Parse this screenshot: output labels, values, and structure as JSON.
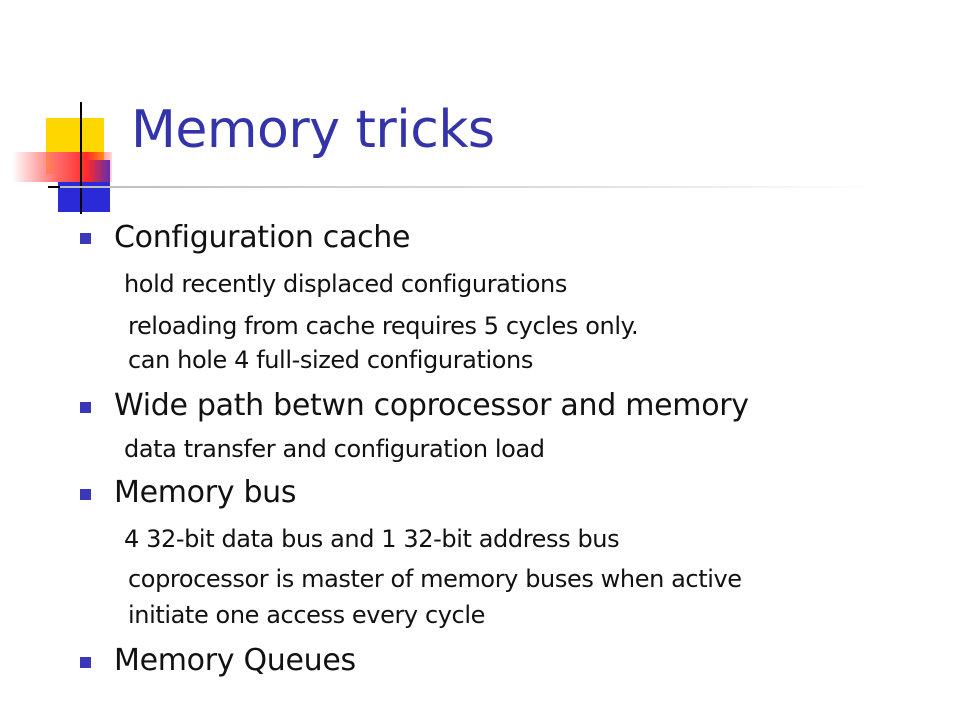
{
  "slide": {
    "title": "Memory tricks",
    "bullets": [
      {
        "text": "Configuration cache",
        "subitems": [
          "hold recently displaced configurations",
          "reloading from cache requires 5 cycles only.",
          "can hole 4 full-sized configurations"
        ]
      },
      {
        "text": "Wide path betwn coprocessor and memory",
        "subitems": [
          "data transfer and configuration load"
        ]
      },
      {
        "text": "Memory bus",
        "subitems": [
          "4 32-bit data bus and 1 32-bit address bus",
          "coprocessor is master of memory buses when active",
          "initiate one access every cycle"
        ]
      },
      {
        "text": "Memory Queues",
        "subitems": []
      }
    ]
  },
  "colors": {
    "title": "#3333aa",
    "bullet": "#3a38b8",
    "accent_yellow": "#ffd700",
    "accent_blue": "#2a2ad8",
    "accent_red": "#ff2a2a"
  }
}
